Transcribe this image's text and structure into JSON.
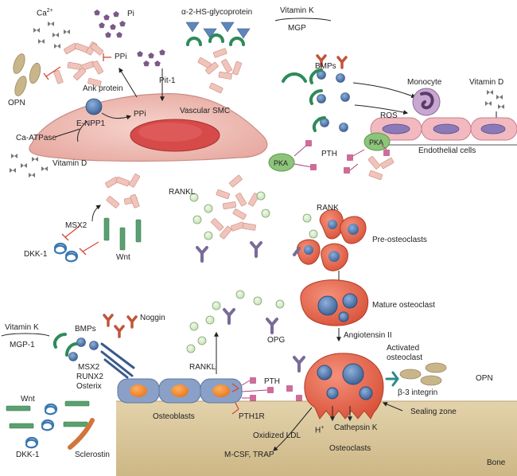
{
  "labels": {
    "ca2": "Ca",
    "ca2_sup": "2+",
    "pi_top": "Pi",
    "ppi_top": "PPi",
    "alpha2": "α-2-HS-glycoprotein",
    "vitk_top": "Vitamin K",
    "mgp_top": "MGP",
    "opn_left": "OPN",
    "ank": "Ank protein",
    "pit1": "Pit-1",
    "ppi_cell": "PPi",
    "enpp1": "E-NPP1",
    "vsmc": "Vascular SMC",
    "ca_atpase": "Ca-ATPase",
    "vitd_left": "Vitamin D",
    "bmps_top": "BMPs",
    "monocyte": "Monocyte",
    "vitd_right": "Vitamin D",
    "ros": "ROS",
    "endothelial": "Endothelial cells",
    "pka1": "PKA",
    "pka2": "PKA",
    "pth_top": "PTH",
    "rankl_top": "RANKL",
    "rank": "RANK",
    "msx2_left": "MSX2",
    "dkk1_top": "DKK-1",
    "wnt_top": "Wnt",
    "preosteoclasts": "Pre-osteoclasts",
    "mature": "Mature osteoclast",
    "angiotensin": "Angiotensin II",
    "activated1": "Activated",
    "activated2": "osteoclast",
    "opn_right": "OPN",
    "b3integrin": "β-3 integrin",
    "sealing": "Sealing zone",
    "vitk_bottom": "Vitamin K",
    "mgp1": "MGP-1",
    "bmps_bottom": "BMPs",
    "noggin": "Noggin",
    "msx2_bottom": "MSX2",
    "runx2": "RUNX2",
    "osterix": "Osterix",
    "rankl_bottom": "RANKL",
    "opg": "OPG",
    "pth_bottom": "PTH",
    "wnt_bottom": "Wnt",
    "osteoblasts": "Osteoblasts",
    "pth1r": "PTH1R",
    "h_plus": "H",
    "h_plus_sup": "+",
    "cathepsin": "Cathepsin K",
    "oxidized": "Oxidized LDL",
    "mcsf": "M-CSF, TRAP",
    "osteoclasts": "Osteoclasts",
    "dkk1_bottom": "DKK-1",
    "sclerostin": "Sclerostin",
    "bone": "Bone"
  },
  "colors": {
    "cell_pink": "#f2c9c2",
    "cell_outline": "#c98c86",
    "nucleus_red": "#d64a4a",
    "osteoclast": "#e8644a",
    "osteoclast_nucleus": "#5a7fb0",
    "osteoblast": "#8aa0c6",
    "osteoblast_nucleus": "#f08a2a",
    "bone": "#d7c39a",
    "crystal": "#eec0b6",
    "green_arc": "#2e8a5a",
    "blue_dot": "#4a6fa0",
    "pale_green": "#d9ead0",
    "purple_y": "#7a6a98",
    "red_y": "#c0553a",
    "pka": "#8dc47a",
    "pth_square": "#d46a9a",
    "wnt_bar": "#5aa070",
    "opn_oval": "#c8b68a",
    "triangle": "#5f86b8"
  }
}
